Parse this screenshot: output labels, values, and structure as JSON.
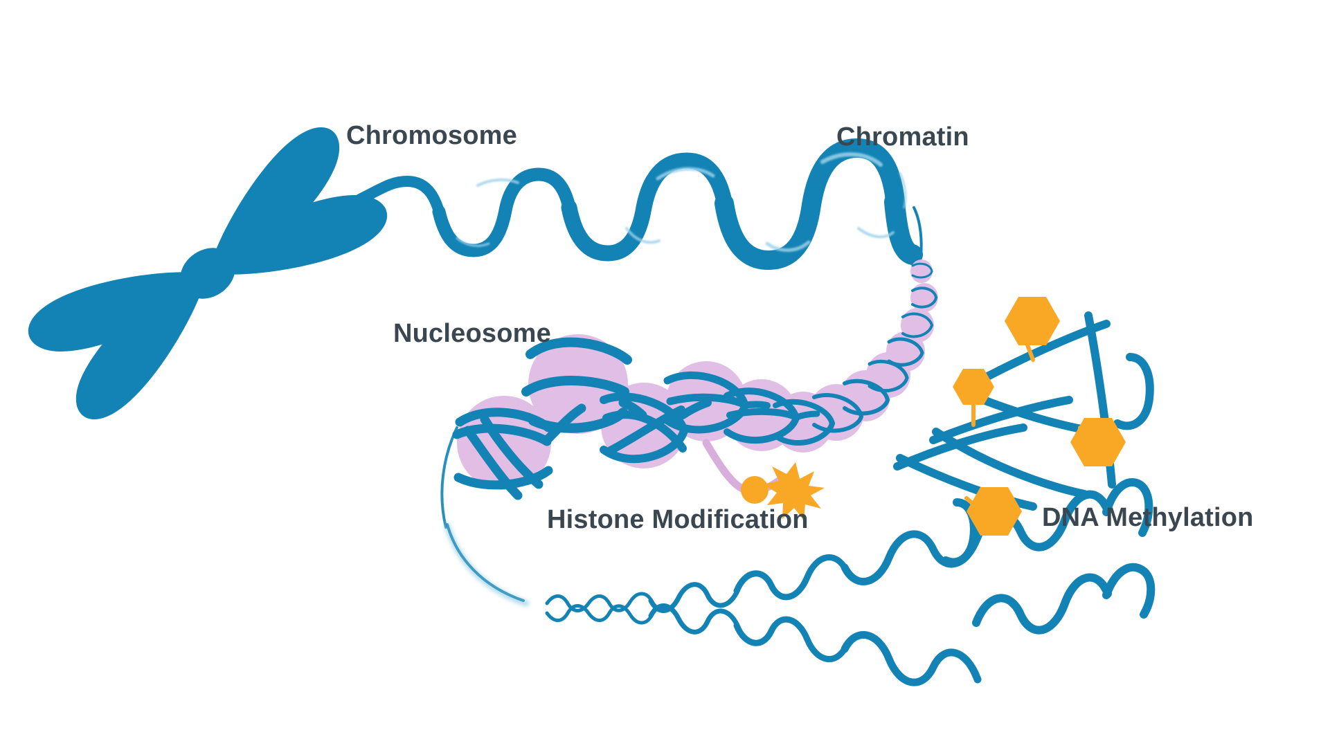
{
  "figure": {
    "title": "Chromosome to DNA methylation epigenetics overview",
    "background_color": "#ffffff"
  },
  "palette": {
    "dna_blue": "#1283B4",
    "chromatin_blue": "#1283B4",
    "nucleosome_purple": "#E0BBE4",
    "histone_tail_pink": "#D7AEDC",
    "methyl_orange": "#F9A826",
    "label_text": "#3A4750"
  },
  "labels": {
    "chromosome": "Chromosome",
    "chromatin": "Chromatin",
    "nucleosome": "Nucleosome",
    "histone_modification": "Histone Modification",
    "dna_methylation": "DNA Methylation"
  },
  "elements": {
    "chromosome_shape": "x-chromosome",
    "chromatin_shape": "thick-wavy-fiber",
    "nucleosome_shape": "beads-on-a-string",
    "histone_mark_circle": "orange-circle-marker",
    "histone_mark_burst": "orange-starburst-marker",
    "methyl_group_shape": "orange-hexagon",
    "dna_shape": "double-helix"
  },
  "counts": {
    "nucleosome_beads": 13,
    "methyl_hexagons": 4,
    "histone_marks": 2,
    "chromatin_waves": 4
  },
  "icon_names": {
    "chromosome": "chromosome-icon",
    "chromatin": "chromatin-fiber-icon",
    "nucleosome": "nucleosome-bead-icon",
    "methyl": "methyl-hexagon-icon",
    "acetyl_circle": "histone-mark-circle-icon",
    "burst": "histone-mark-burst-icon",
    "helix": "dna-helix-icon"
  }
}
